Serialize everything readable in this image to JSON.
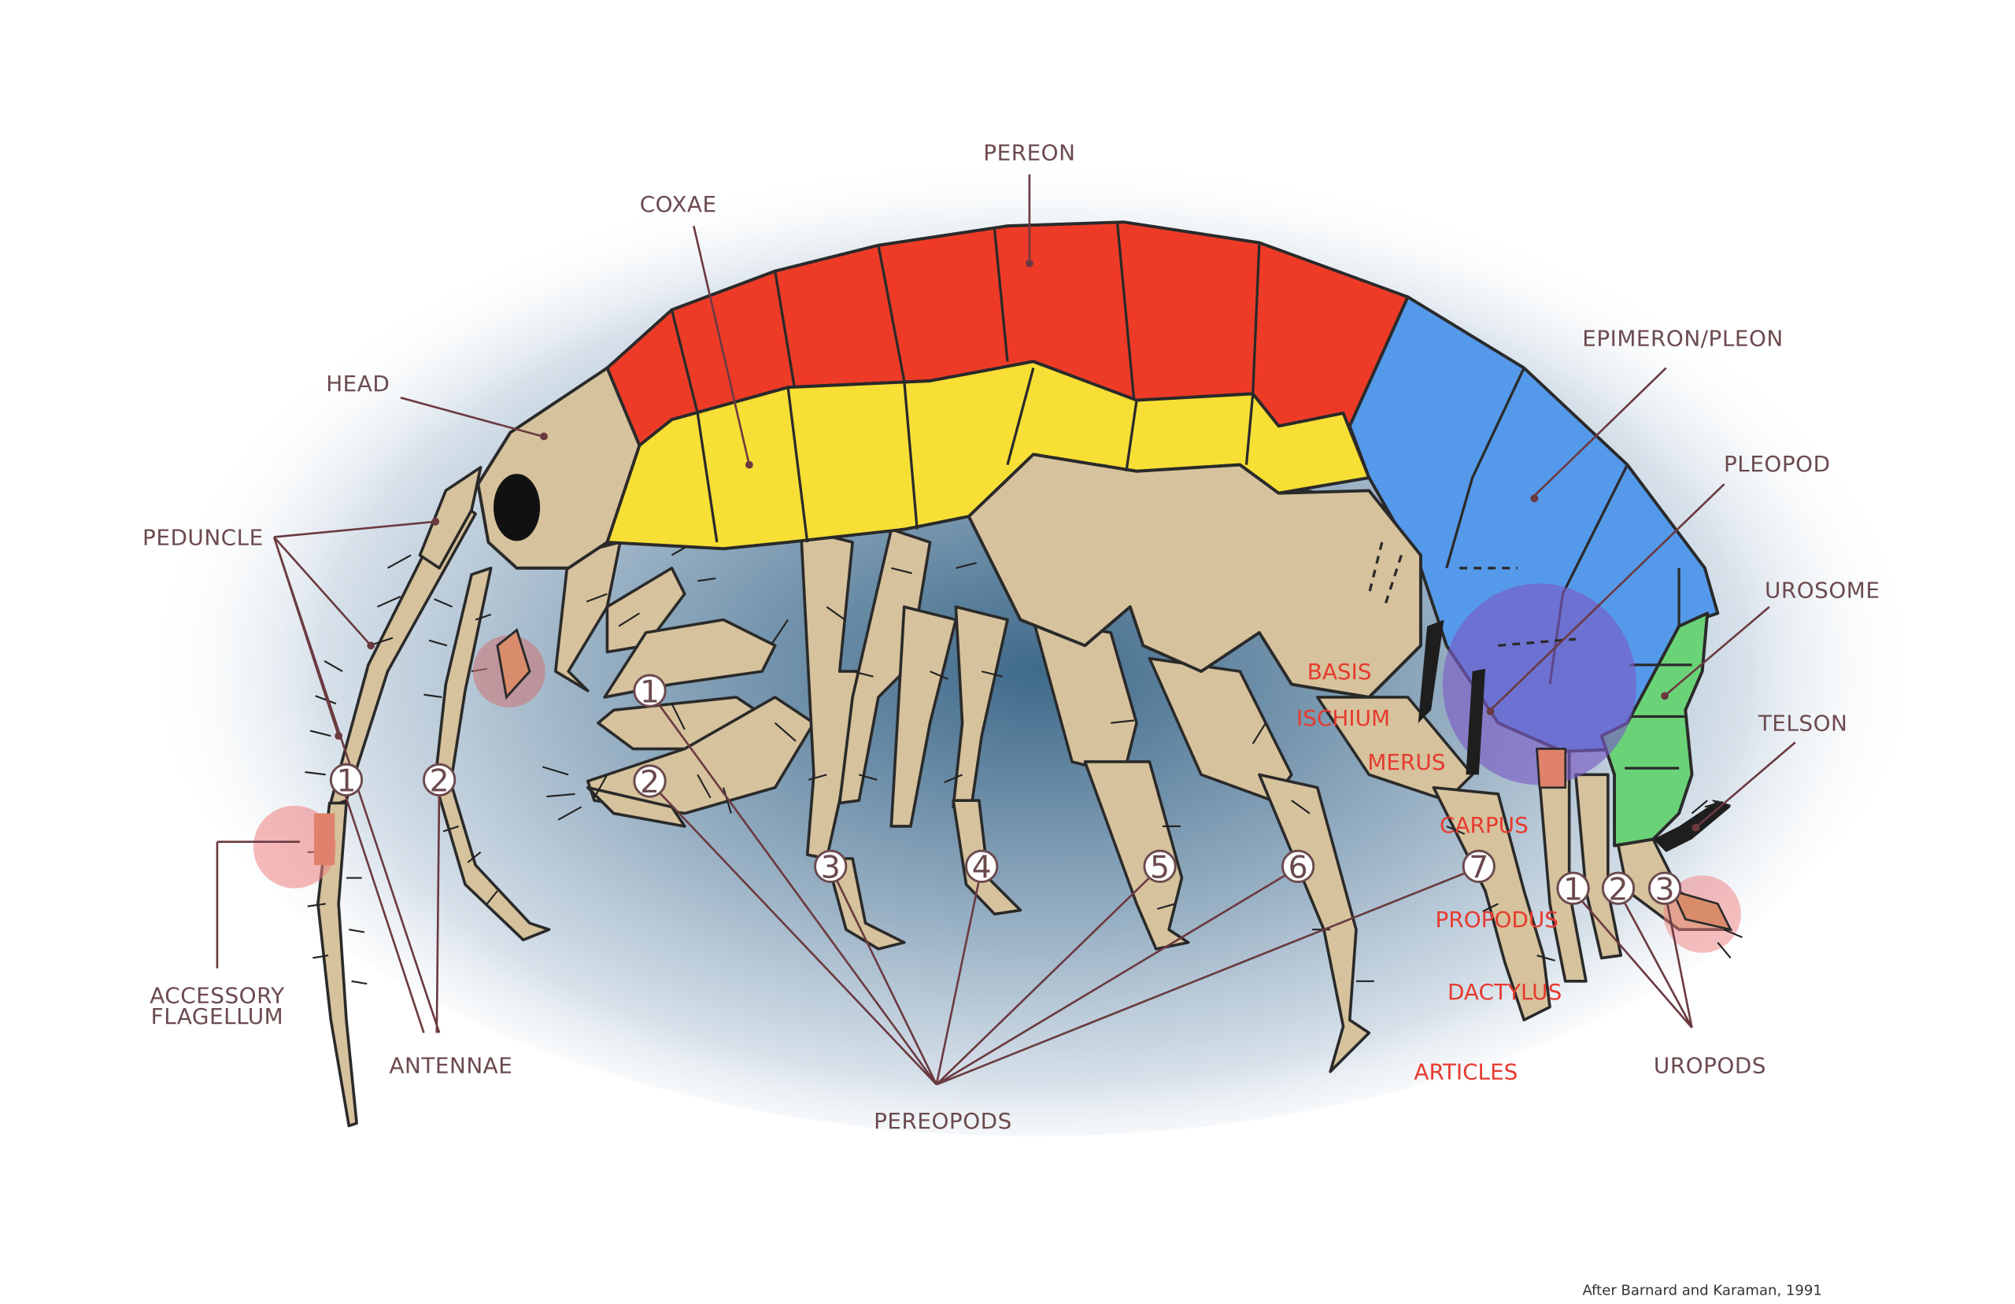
{
  "labels": {
    "pereon": "PEREON",
    "coxae": "COXAE",
    "head": "HEAD",
    "peduncle": "PEDUNCLE",
    "accessory_flagellum_line1": "ACCESSORY",
    "accessory_flagellum_line2": "FLAGELLUM",
    "antennae": "ANTENNAE",
    "pereopods": "PEREOPODS",
    "epimeron_pleon": "EPIMERON/PLEON",
    "pleopod": "PLEOPOD",
    "urosome": "UROSOME",
    "telson": "TELSON",
    "uropods": "UROPODS",
    "basis": "BASIS",
    "ischium": "ISCHIUM",
    "merus": "MERUS",
    "carpus": "CARPUS",
    "propodus": "PROPODUS",
    "dactylus": "DACTYLUS",
    "articles": "ARTICLES"
  },
  "antenna_numbers": [
    "1",
    "2"
  ],
  "pereopod_numbers": [
    "1",
    "2",
    "3",
    "4",
    "5",
    "6",
    "7"
  ],
  "uropod_numbers": [
    "1",
    "2",
    "3"
  ],
  "credit": "After Barnard and Karaman, 1991",
  "colors": {
    "pereon": "#ee3b27",
    "coxae": "#f7df35",
    "epimeron_pleon": "#5599ea",
    "urosome": "#6bd377",
    "appendage": "#d6c29c",
    "label_text": "#6b4a4e",
    "article_labels": "#e63a2e",
    "highlight": "#f08080",
    "pleopod_highlight": "#7a5cc4"
  }
}
